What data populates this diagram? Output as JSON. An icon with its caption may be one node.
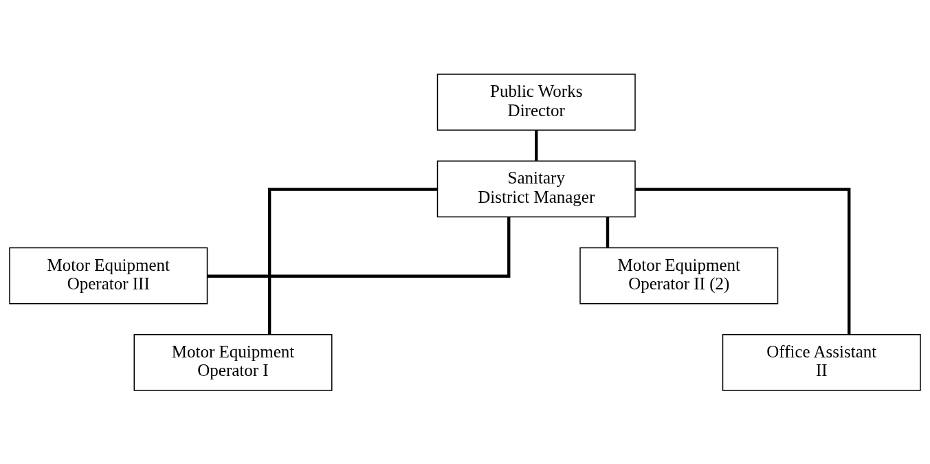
{
  "diagram": {
    "nodes": [
      {
        "text": [
          "Public Works Director"
        ]
      },
      {
        "text": [
          "Sanitary District Manager"
        ]
      },
      {
        "text": [
          "Motor Equipment Operator III"
        ]
      },
      {
        "text": [
          "Motor Equipment Operator II (2)"
        ]
      },
      {
        "text": [
          "Motor Equipment Operator I"
        ]
      },
      {
        "text": [
          "Office Assistant II"
        ]
      }
    ],
    "edges": [
      {
        "from": 0,
        "to": 1,
        "arrow": "none"
      },
      {
        "from": 1,
        "to": 2,
        "arrow": "none"
      },
      {
        "from": 1,
        "to": 3,
        "arrow": "none"
      },
      {
        "from": 1,
        "to": 4,
        "arrow": "none"
      },
      {
        "from": 1,
        "to": 5,
        "arrow": "none"
      }
    ]
  }
}
